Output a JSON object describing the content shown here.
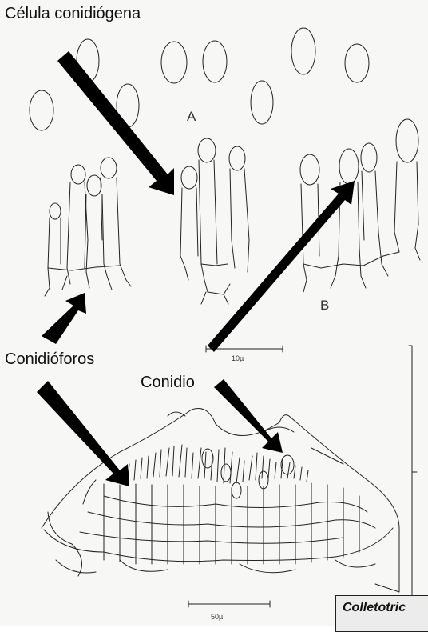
{
  "labels": {
    "conidiogenous_cell": "Célula conidiógena",
    "panel_a": "A",
    "panel_b": "B",
    "conidiophores": "Conidióforos",
    "conidium": "Conidio",
    "scale_top": "10µ",
    "scale_bottom": "50µ",
    "caption": "Colletotric"
  },
  "colors": {
    "background": "#f7f7f5",
    "line": "#222222",
    "arrow": "#000000",
    "caption_bg": "#ececec"
  }
}
